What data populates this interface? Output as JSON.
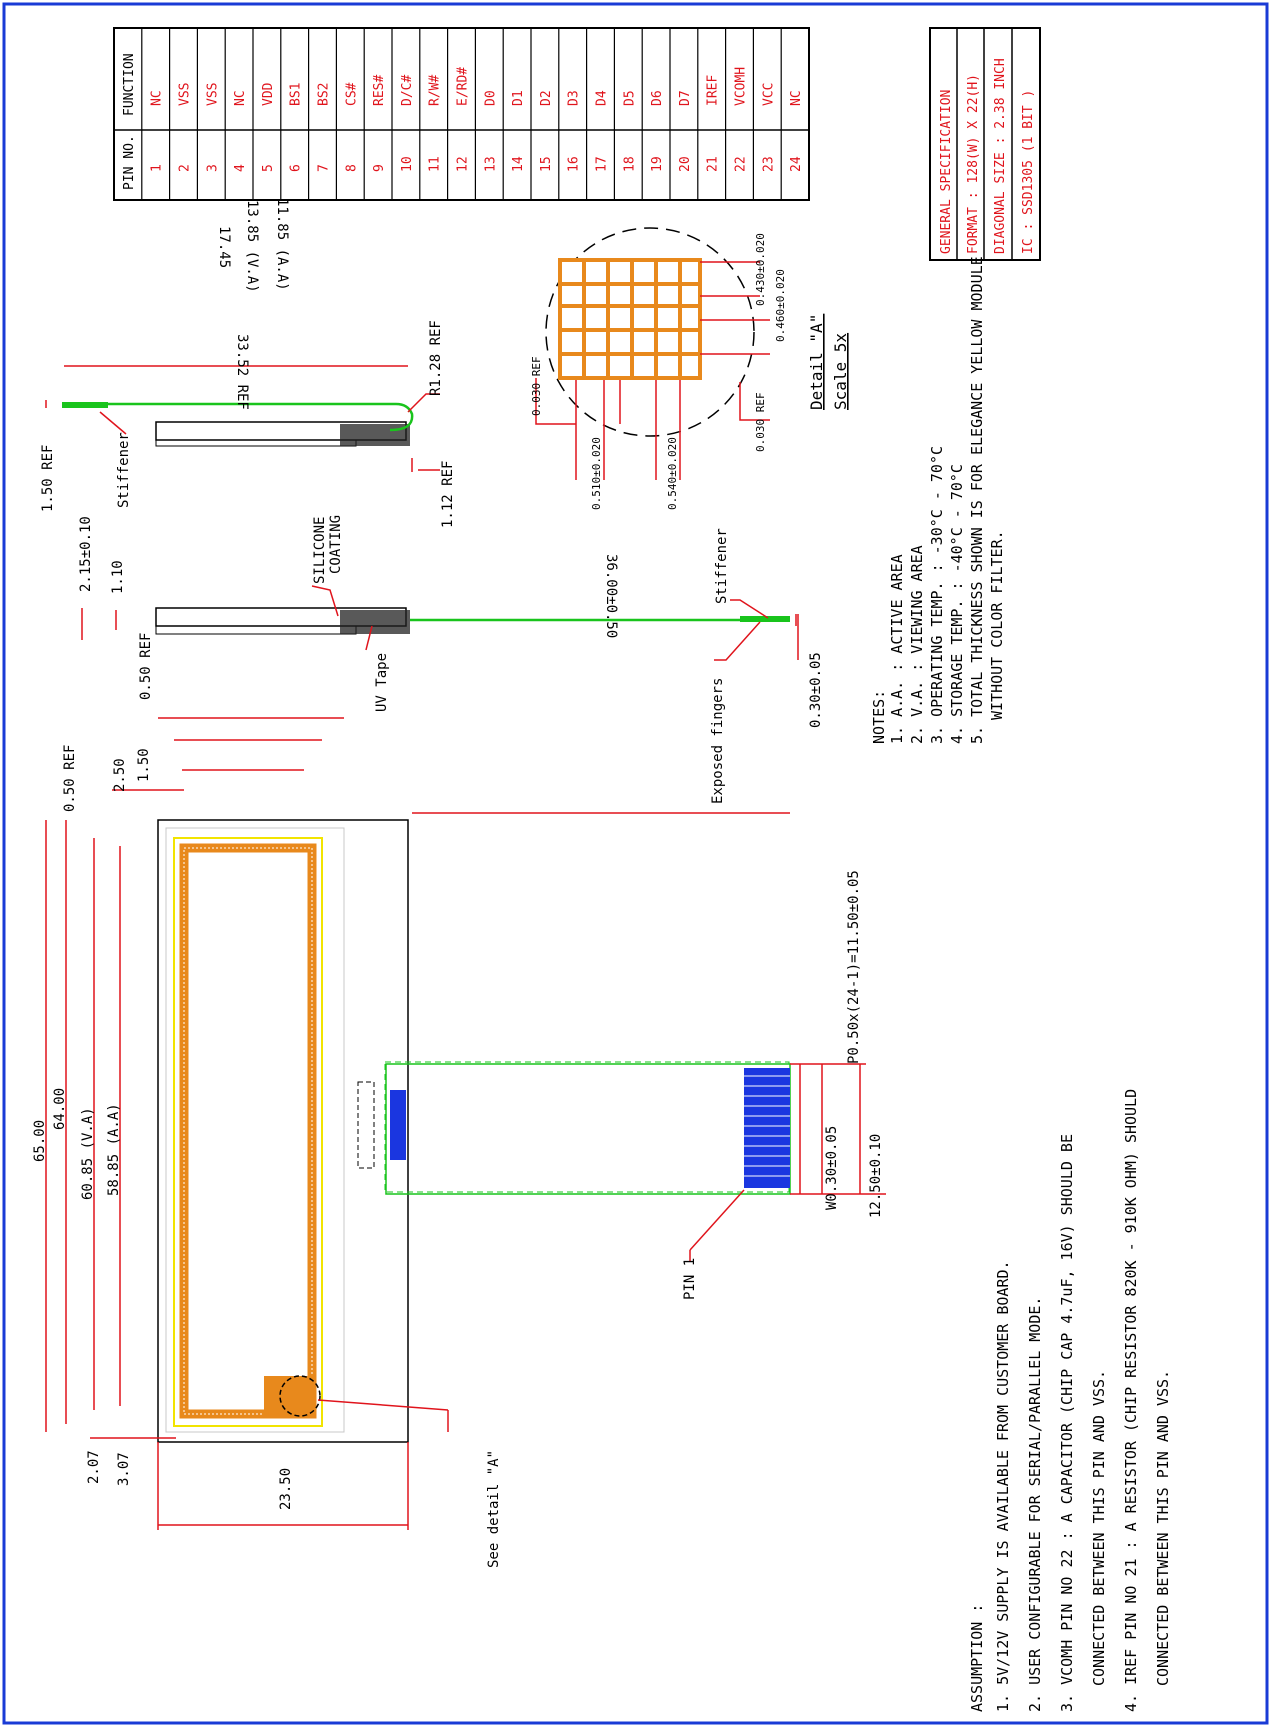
{
  "pin_table": {
    "header_pin": "PIN NO.",
    "header_function": "FUNCTION",
    "rows": [
      {
        "pin": "1",
        "func": "NC"
      },
      {
        "pin": "2",
        "func": "VSS"
      },
      {
        "pin": "3",
        "func": "VSS"
      },
      {
        "pin": "4",
        "func": "NC"
      },
      {
        "pin": "5",
        "func": "VDD"
      },
      {
        "pin": "6",
        "func": "BS1"
      },
      {
        "pin": "7",
        "func": "BS2"
      },
      {
        "pin": "8",
        "func": "CS#"
      },
      {
        "pin": "9",
        "func": "RES#"
      },
      {
        "pin": "10",
        "func": "D/C#"
      },
      {
        "pin": "11",
        "func": "R/W#"
      },
      {
        "pin": "12",
        "func": "E/RD#"
      },
      {
        "pin": "13",
        "func": "D0"
      },
      {
        "pin": "14",
        "func": "D1"
      },
      {
        "pin": "15",
        "func": "D2"
      },
      {
        "pin": "16",
        "func": "D3"
      },
      {
        "pin": "17",
        "func": "D4"
      },
      {
        "pin": "18",
        "func": "D5"
      },
      {
        "pin": "19",
        "func": "D6"
      },
      {
        "pin": "20",
        "func": "D7"
      },
      {
        "pin": "21",
        "func": "IREF"
      },
      {
        "pin": "22",
        "func": "VCOMH"
      },
      {
        "pin": "23",
        "func": "VCC"
      },
      {
        "pin": "24",
        "func": "NC"
      }
    ]
  },
  "spec": {
    "title": "GENERAL SPECIFICATION",
    "format": "FORMAT : 128(W) X 22(H)",
    "diagonal": "DIAGONAL SIZE : 2.38 INCH",
    "ic": "IC : SSD1305 (1 BIT )"
  },
  "notes": {
    "title": "NOTES:",
    "lines": [
      "1. A.A. : ACTIVE AREA",
      "2. V.A. : VIEWING AREA",
      "3. OPERATING TEMP. : -30°C - 70°C",
      "4. STORAGE TEMP. : -40°C - 70°C",
      "5. TOTAL THICKNESS SHOWN IS FOR ELEGANCE YELLOW MODULE",
      "WITHOUT COLOR FILTER."
    ]
  },
  "assumption": {
    "title": "ASSUMPTION :",
    "lines": [
      "1. 5V/12V SUPPLY IS AVAILABLE FROM CUSTOMER BOARD.",
      "2. USER CONFIGURABLE FOR SERIAL/PARALLEL MODE.",
      "3. VCOMH PIN NO 22 : A CAPACITOR (CHIP CAP 4.7uF, 16V) SHOULD BE",
      "CONNECTED BETWEEN THIS PIN AND VSS.",
      "4. IREF PIN NO 21 : A RESISTOR (CHIP RESISTOR 820K - 910K OHM) SHOULD",
      "CONNECTED BETWEEN THIS PIN AND VSS."
    ]
  },
  "detail": {
    "title": "Detail \"A\"",
    "scale": "Scale 5x",
    "d1": "0.430±0.020",
    "d2": "0.460±0.020",
    "d3": "0.030 REF",
    "d4": "0.510±0.020",
    "d5": "0.540±0.020",
    "d6": "0.030 REF"
  },
  "side_view": {
    "ref_3352": "33.52 REF",
    "r128": "R1.28 REF",
    "ref_150": "1.50 REF",
    "stiffener_top": "Stiffener",
    "ref_112": "1.12 REF",
    "t215": "2.15±0.10",
    "t110": "1.10",
    "silicone": "SILICONE",
    "coating": "COATING",
    "stiffener_bottom": "Stiffener",
    "ref_050": "0.50 REF",
    "uv_tape": "UV Tape",
    "fingers": "Exposed fingers",
    "t030": "0.30±0.05"
  },
  "front_view": {
    "w1745": "17.45",
    "w1385": "13.85 (V.A)",
    "w1185": "11.85 (A.A)",
    "d250": "2.50",
    "d150": "1.50",
    "d050ref": "0.50 REF",
    "h6500": "65.00",
    "h6400": "64.00",
    "h6085": "60.85 (V.A)",
    "h5885": "58.85 (A.A)",
    "d207": "2.07",
    "d307": "3.07",
    "w2350": "23.50",
    "see_detail": "See detail \"A\"",
    "fpc_len": "36.00±0.50",
    "pitch": "P0.50x(24-1)=11.50±0.05",
    "width": "W0.30±0.05",
    "fpc_w": "12.50±0.10",
    "pin1": "PIN 1"
  },
  "colors": {
    "border": "#1a3bd6",
    "dim": "#e0141c",
    "panel": "#e8891c",
    "fpc": "#19c41c",
    "pins": "#1a36e0",
    "va": "#f2e400"
  }
}
